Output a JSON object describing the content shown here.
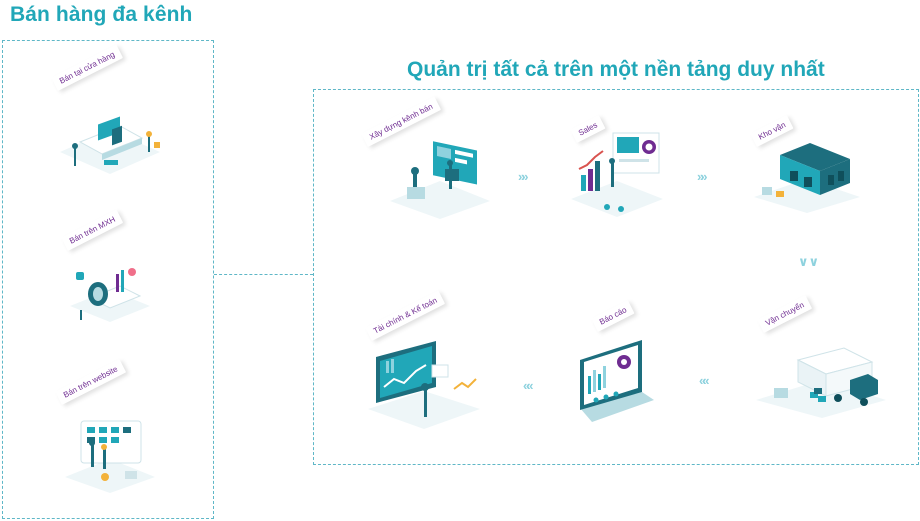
{
  "left_title": "Bán hàng đa kênh",
  "right_title": "Quản trị tất cả trên một nền tảng duy nhất",
  "channels": [
    {
      "label": "Bán tại cửa hàng"
    },
    {
      "label": "Bán trên MXH"
    },
    {
      "label": "Bán trên website"
    }
  ],
  "steps": [
    {
      "label": "Xây dựng kênh bán"
    },
    {
      "label": "Sales"
    },
    {
      "label": "Kho vận"
    },
    {
      "label": "Vận chuyển"
    },
    {
      "label": "Báo cáo"
    },
    {
      "label": "Tài chính & Kế toán"
    }
  ],
  "icons": {
    "arrow_right": "»»",
    "arrow_left": "««",
    "arrow_down": "∨∨"
  },
  "colors": {
    "accent": "#21a7b8",
    "tag_text": "#6f2c91",
    "dash_border": "#5fb7c7",
    "arrow": "#8ed2de",
    "dark_teal": "#1d6e7e"
  }
}
